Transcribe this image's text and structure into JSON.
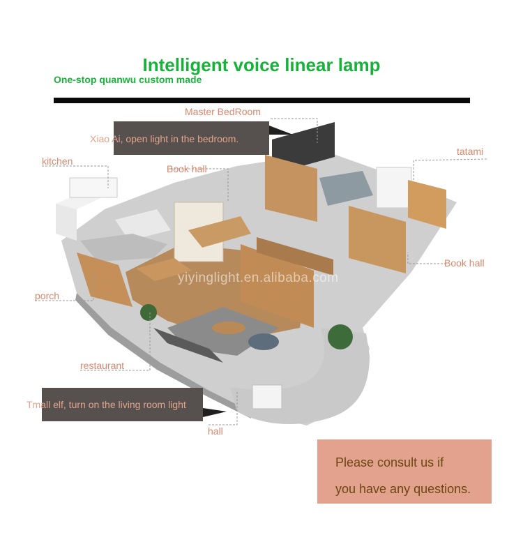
{
  "header": {
    "title": "Intelligent voice linear lamp",
    "subtitle": "One-stop quanwu custom made"
  },
  "rooms": {
    "master_bedroom": "Master BedRoom",
    "kitchen": "kitchen",
    "book_hall_left": "Book hall",
    "tatami": "tatami",
    "book_hall_right": "Book hall",
    "porch": "porch",
    "restaurant": "restaurant",
    "hall": "hall"
  },
  "voice_commands": {
    "bedroom": "Xiao Ai, open light in the bedroom.",
    "living_room": "Tmall elf, turn on the living room light"
  },
  "watermark": "yiyinglight.en.alibaba.com",
  "consult": {
    "line1": "Please consult us if",
    "line2": "you have any questions."
  },
  "colors": {
    "title": "#18b23a",
    "label": "#d9866b",
    "voice_box": "#56504e",
    "consult_box": "#e3a28d"
  }
}
